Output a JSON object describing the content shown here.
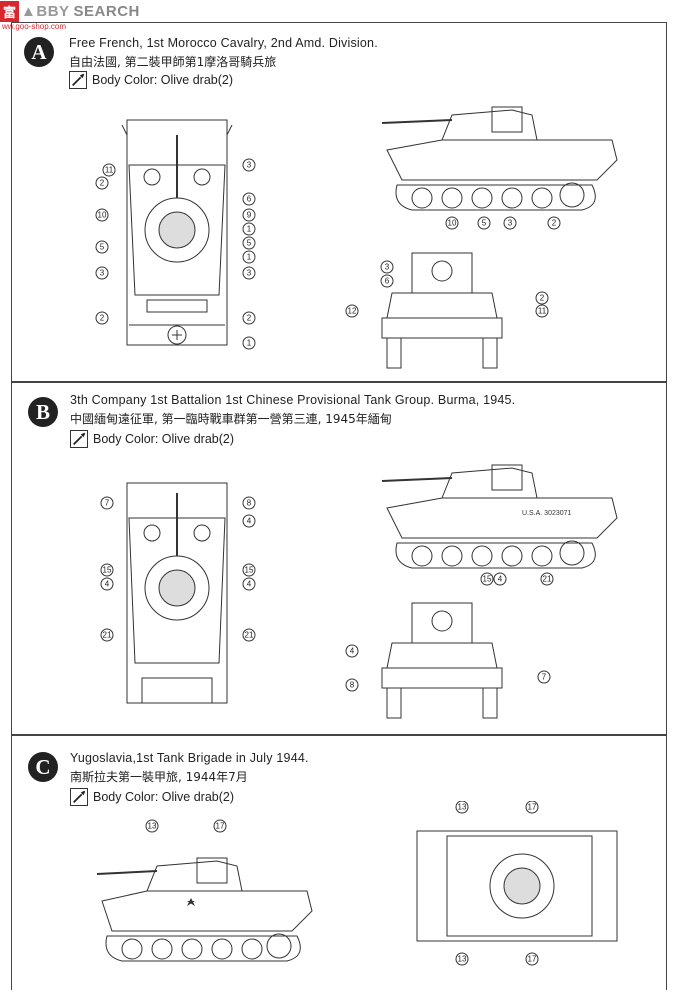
{
  "watermark": {
    "site_cn": "富",
    "site_en": "SEARCH",
    "site_mid": "▲BBY",
    "url": "ww.goo-shop.com"
  },
  "sections": [
    {
      "badge": "A",
      "title_en": "Free French, 1st Morocco Cavalry, 2nd Amd. Division.",
      "title_cn": "自由法國, 第二裝甲師第1摩洛哥騎兵旅",
      "color": "Body Color: Olive drab(2)",
      "callouts_top": [
        "11",
        "2",
        "10",
        "5",
        "3",
        "2",
        "3",
        "6",
        "9",
        "1",
        "5",
        "1",
        "3",
        "2",
        "1"
      ],
      "callouts_side": [
        "10",
        "5",
        "3",
        "2"
      ],
      "callouts_rear": [
        "3",
        "6",
        "12",
        "2",
        "11"
      ]
    },
    {
      "badge": "B",
      "title_en": "3th Company 1st Battalion 1st Chinese Provisional Tank Group. Burma, 1945.",
      "title_cn": "中國緬甸遠征軍, 第一臨時戰車群第一營第三連, 1945年緬甸",
      "color": "Body Color: Olive drab(2)",
      "callouts_top": [
        "7",
        "15",
        "4",
        "21",
        "8",
        "4",
        "15",
        "4",
        "21"
      ],
      "callouts_side": [
        "15",
        "4",
        "21"
      ],
      "callouts_rear": [
        "4",
        "8",
        "7"
      ],
      "markings": [
        "U.S.A.  3023071"
      ]
    },
    {
      "badge": "C",
      "title_en": "Yugoslavia,1st Tank Brigade in July 1944.",
      "title_cn": "南斯拉夫第一裝甲旅, 1944年7月",
      "color": "Body Color: Olive drab(2)",
      "callouts_side": [
        "13",
        "17"
      ],
      "callouts_top": [
        "13",
        "17",
        "13",
        "17"
      ]
    }
  ]
}
